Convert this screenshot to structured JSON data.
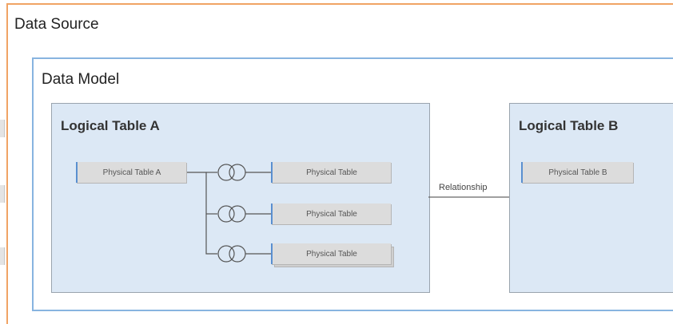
{
  "data_source": {
    "title": "Data Source"
  },
  "data_model": {
    "title": "Data Model"
  },
  "logical_table_a": {
    "title": "Logical Table A",
    "physical_tables": [
      "Physical Table A",
      "Physical Table",
      "Physical Table",
      "Physical Table"
    ]
  },
  "logical_table_b": {
    "title": "Logical Table B",
    "physical_tables": [
      "Physical Table B"
    ]
  },
  "relationship": {
    "label": "Relationship"
  },
  "colors": {
    "data_source_border": "#f0a364",
    "data_model_border": "#88b4e0",
    "logical_table_fill": "#dce8f5",
    "physical_table_fill": "#dcdcdc",
    "physical_table_accent": "#5a8fd0"
  }
}
